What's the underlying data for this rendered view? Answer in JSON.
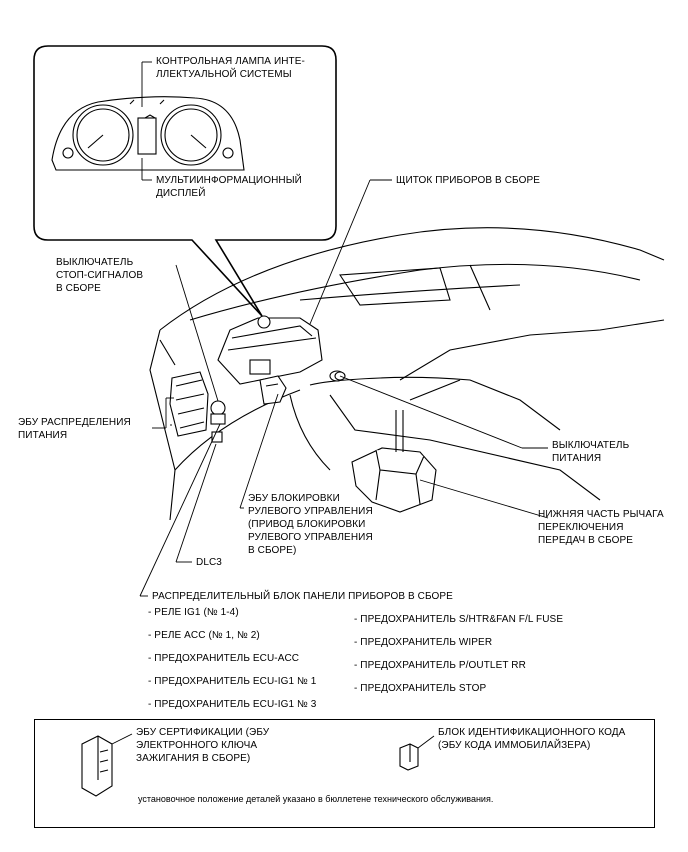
{
  "labels": {
    "indicator_lamp": "КОНТРОЛЬНАЯ ЛАМПА ИНТЕ-\nЛЛЕКТУАЛЬНОЙ СИСТЕМЫ",
    "multi_display": "МУЛЬТИИНФОРМАЦИОННЫЙ\nДИСПЛЕЙ",
    "instrument_panel": "ЩИТОК ПРИБОРОВ В СБОРЕ",
    "stop_light_switch": "ВЫКЛЮЧАТЕЛЬ\nСТОП-СИГНАЛОВ\nВ СБОРЕ",
    "power_distribution_ecu": "ЭБУ РАСПРЕДЕЛЕНИЯ\nПИТАНИЯ",
    "power_switch": "ВЫКЛЮЧАТЕЛЬ\nПИТАНИЯ",
    "steering_lock_ecu": "ЭБУ БЛОКИРОВКИ\nРУЛЕВОГО УПРАВЛЕНИЯ\n(ПРИВОД БЛОКИРОВКИ\nРУЛЕВОГО УПРАВЛЕНИЯ\nВ СБОРЕ)",
    "shift_lever": "НИЖНЯЯ ЧАСТЬ РЫЧАГА\nПЕРЕКЛЮЧЕНИЯ\nПЕРЕДАЧ В СБОРЕ",
    "dlc3": "DLC3",
    "junction_block": "РАСПРЕДЕЛИТЕЛЬНЫЙ БЛОК ПАНЕЛИ ПРИБОРОВ В СБОРЕ"
  },
  "junction_items_left": [
    "- РЕЛЕ IG1 (№ 1-4)",
    "- РЕЛЕ ACC (№ 1, № 2)",
    "- ПРЕДОХРАНИТЕЛЬ ECU-ACC",
    "- ПРЕДОХРАНИТЕЛЬ ECU-IG1 № 1",
    "- ПРЕДОХРАНИТЕЛЬ ECU-IG1 № 3"
  ],
  "junction_items_right": [
    "- ПРЕДОХРАНИТЕЛЬ S/HTR&FAN F/L FUSE",
    "- ПРЕДОХРАНИТЕЛЬ WIPER",
    "- ПРЕДОХРАНИТЕЛЬ P/OUTLET RR",
    "- ПРЕДОХРАНИТЕЛЬ STOP"
  ],
  "legend": {
    "certification_ecu": "ЭБУ СЕРТИФИКАЦИИ (ЭБУ\nЭЛЕКТРОННОГО КЛЮЧА\nЗАЖИГАНИЯ В СБОРЕ)",
    "id_code_box": "БЛОК ИДЕНТИФИКАЦИОННОГО КОДА\n(ЭБУ КОДА ИММОБИЛАЙЗЕРА)",
    "note": "установочное положение деталей указано в бюллетене технического обслуживания."
  }
}
